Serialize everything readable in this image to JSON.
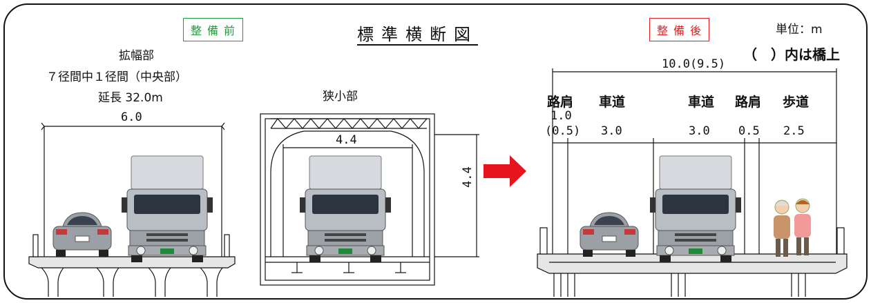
{
  "title": "標準横断図",
  "before": {
    "badge": "整備前",
    "badge_color": "#1f9a3c",
    "widen_label_1": "拡幅部",
    "widen_label_2": "７径間中１径間（中央部）",
    "widen_label_3": "延長 32.0m",
    "widen_width": "6.0",
    "narrow_label": "狭小部",
    "narrow_width": "4.4",
    "narrow_height": "4.4"
  },
  "after": {
    "badge": "整備後",
    "badge_color": "#e02020",
    "unit": "単位：m",
    "note_paren": "（　）内は橋上",
    "total": "10.0(9.5)",
    "cols": [
      {
        "name": "路肩",
        "dim_top": "1.0",
        "dim": "(0.5)"
      },
      {
        "name": "車道",
        "dim": "3.0"
      },
      {
        "name": "車道",
        "dim": "3.0"
      },
      {
        "name": "路肩",
        "dim": "0.5"
      },
      {
        "name": "歩道",
        "dim": "2.5"
      }
    ]
  },
  "colors": {
    "arrow": "#e8141b",
    "truck": "#b9bec4",
    "car": "#9aa0a6",
    "bridge": "#e6e6e6"
  }
}
